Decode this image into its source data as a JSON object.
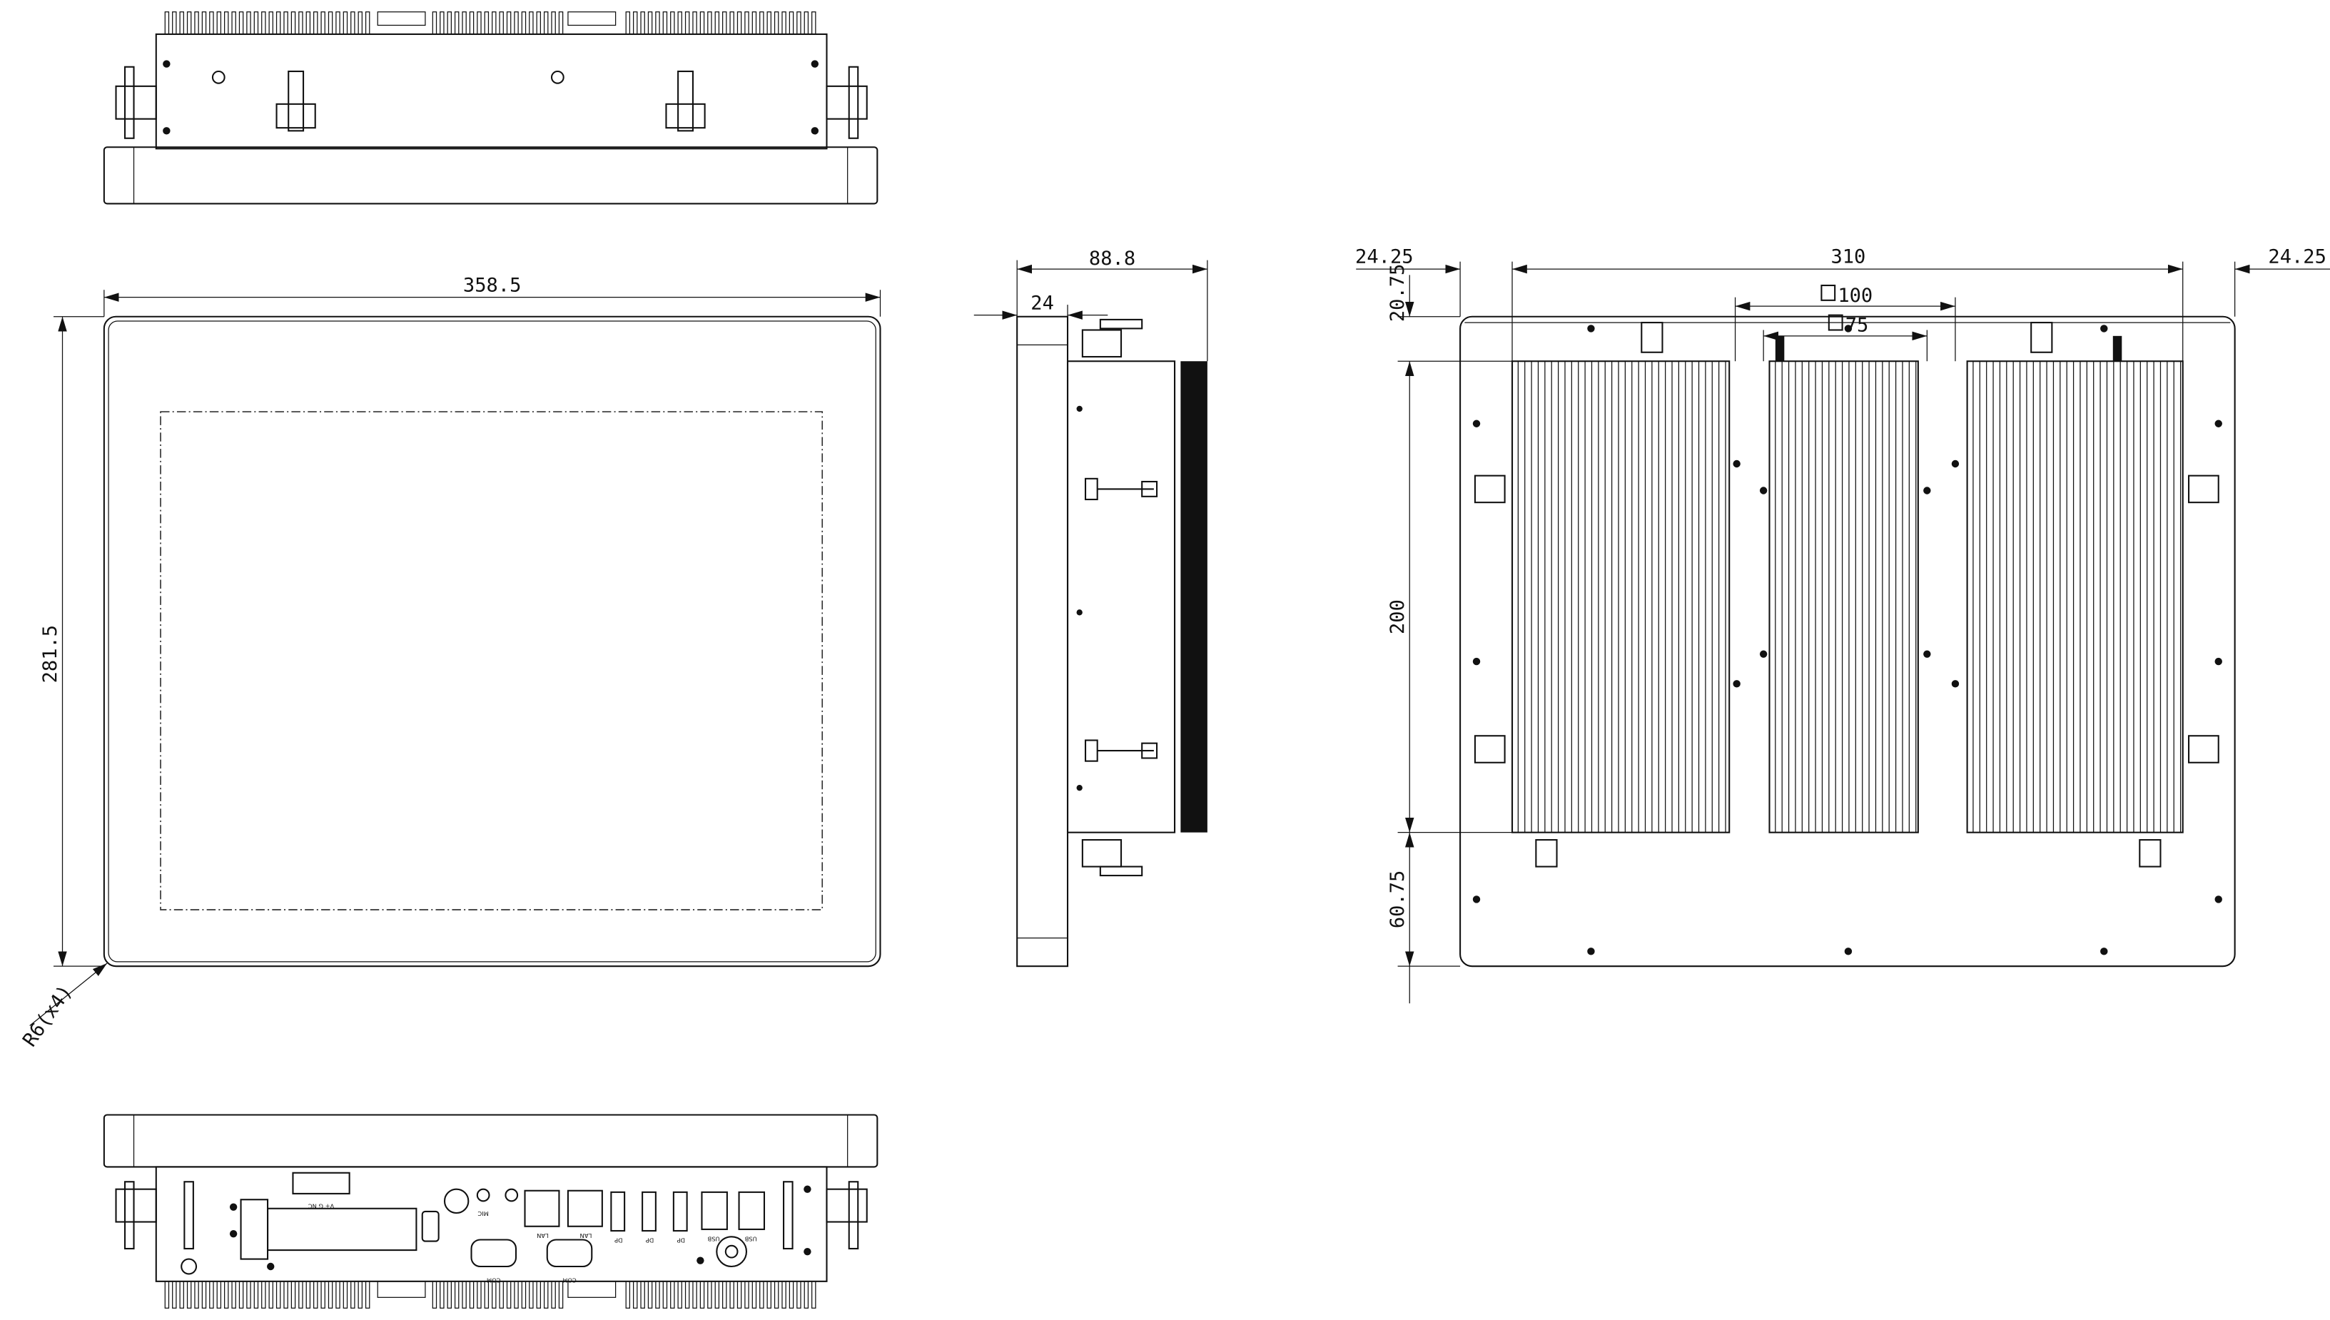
{
  "front_view": {
    "width_dim": "358.5",
    "height_dim": "281.5",
    "corner_radius": "R6(x4)"
  },
  "side_view": {
    "depth_dim": "88.8",
    "bezel_dim": "24"
  },
  "rear_view": {
    "left_margin_dim": "24.25",
    "width_dim": "310",
    "right_margin_dim": "24.25",
    "vesa_100_dim": "100",
    "vesa_75_dim": "75",
    "top_margin_dim": "20.75",
    "height_dim": "200",
    "bottom_margin_dim": "60.75"
  },
  "io_view": {
    "power_label": "V+ G NC",
    "mic_label": "MIC",
    "lan_labels": [
      "LAN",
      "LAN"
    ],
    "dp_labels": [
      "DP",
      "DP",
      "DP"
    ],
    "usb_labels": [
      "USB",
      "USB"
    ],
    "com_labels": [
      "COM",
      "COM"
    ]
  },
  "colors": {
    "line": "#111111",
    "background": "#ffffff"
  }
}
